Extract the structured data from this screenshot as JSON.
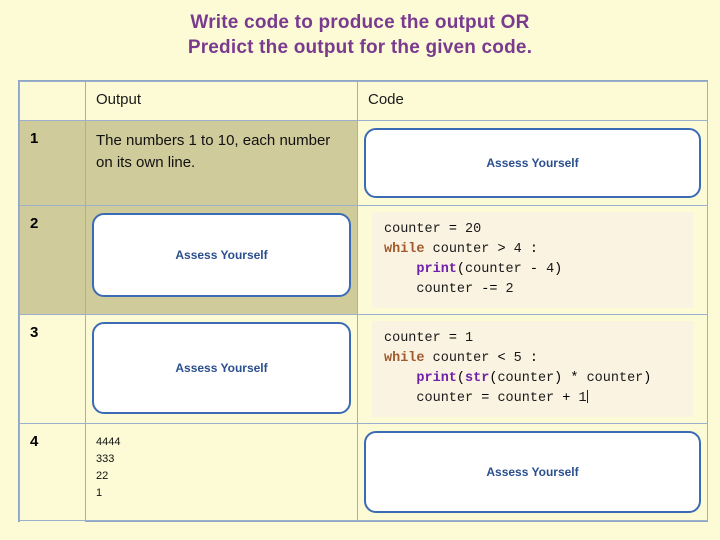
{
  "title": {
    "line1": "Write code to produce the output   OR",
    "line2": "Predict the output for the given code."
  },
  "table": {
    "headers": {
      "num": "",
      "output": "Output",
      "code": "Code"
    },
    "rows": [
      {
        "num": "1",
        "output_kind": "text",
        "output_text": "The numbers 1 to 10, each number on its own line.",
        "code_kind": "assess",
        "code_text": "Assess Yourself"
      },
      {
        "num": "2",
        "output_kind": "assess",
        "output_text": "Assess Yourself",
        "code_kind": "code",
        "code_lines": [
          "counter = 20",
          "while counter > 4 :",
          "    print(counter - 4)",
          "    counter -= 2"
        ]
      },
      {
        "num": "3",
        "output_kind": "assess",
        "output_text": "Assess Yourself",
        "code_kind": "code",
        "code_lines": [
          "counter = 1",
          "while counter < 5 :",
          "    print(str(counter) * counter)",
          "    counter = counter + 1"
        ]
      },
      {
        "num": "4",
        "output_kind": "numlist",
        "output_lines": [
          "4444",
          "333",
          "22",
          "1"
        ],
        "code_kind": "assess",
        "code_text": "Assess Yourself"
      }
    ]
  },
  "colors": {
    "background": "#FCFBD6",
    "title": "#7A3B8F",
    "row_fill": "#CFCB9A",
    "assess_border": "#3B6BB5",
    "assess_text": "#2B4F8E",
    "code_bg": "#FAF3E2"
  }
}
